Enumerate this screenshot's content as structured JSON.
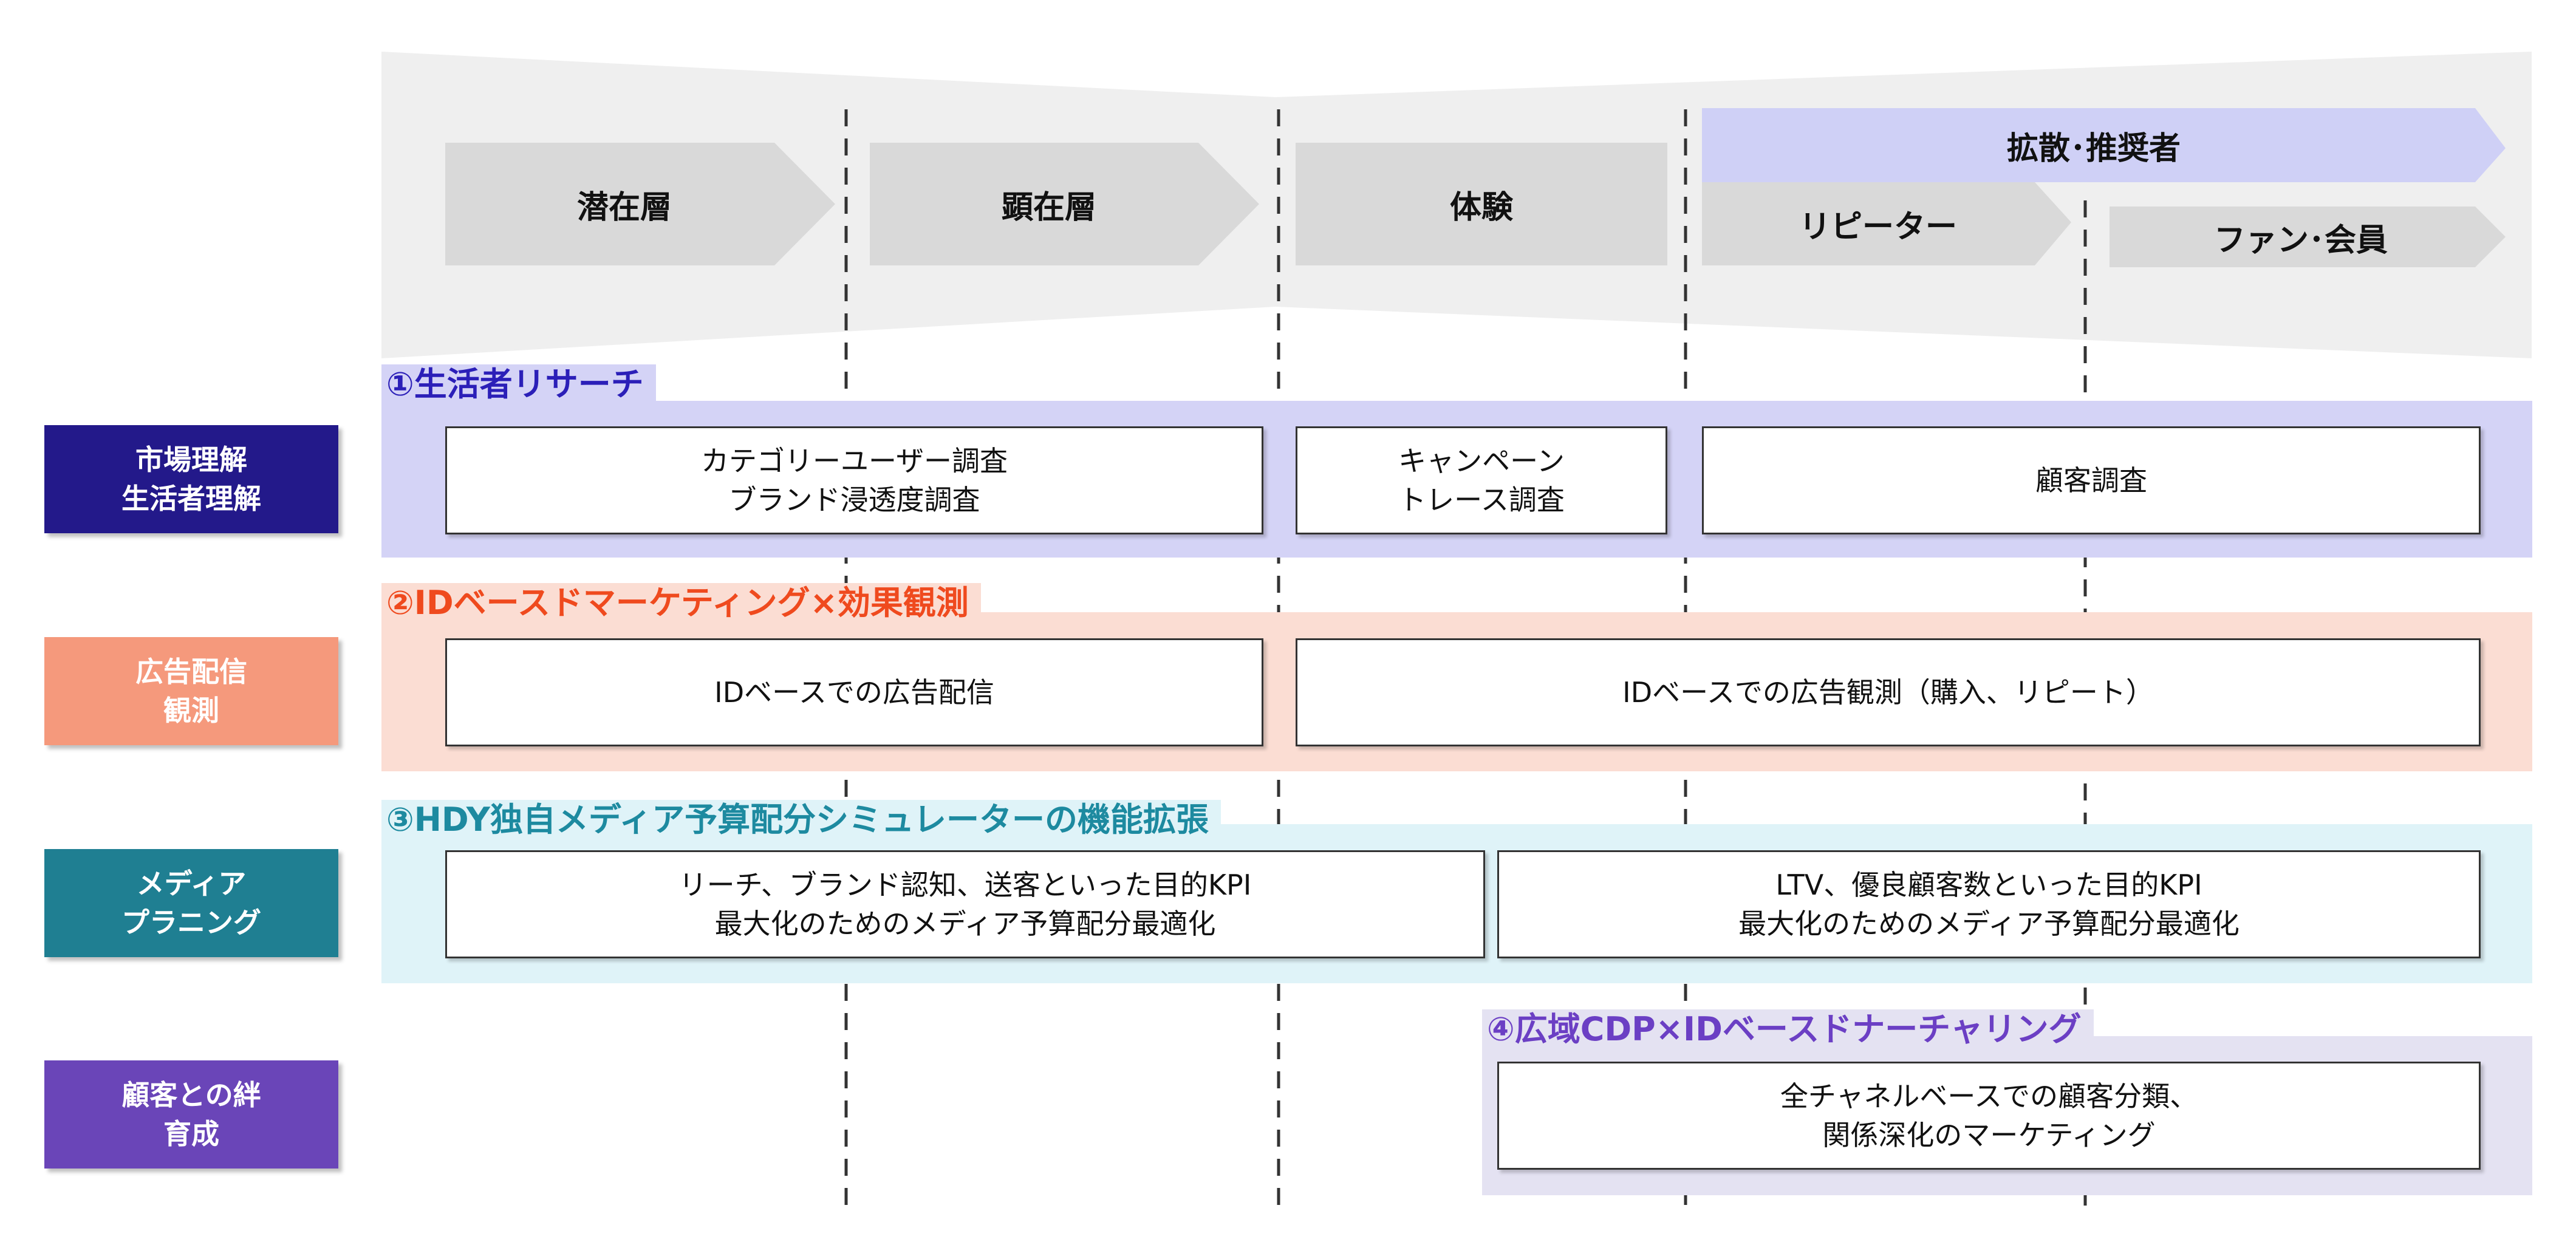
{
  "stages": {
    "latent": "潜在層",
    "manifest": "顕在層",
    "experience": "体験",
    "diffusion": "拡散･推奨者",
    "repeater": "リピーター",
    "fan": "ファン･会員"
  },
  "categories": [
    {
      "line1": "市場理解",
      "line2": "生活者理解"
    },
    {
      "line1": "広告配信",
      "line2": "観測"
    },
    {
      "line1": "メディア",
      "line2": "プラニング"
    },
    {
      "line1": "顧客との絆",
      "line2": "育成"
    }
  ],
  "sections": [
    {
      "title": "①生活者リサーチ",
      "boxes": [
        {
          "line1": "カテゴリーユーザー調査",
          "line2": "ブランド浸透度調査"
        },
        {
          "line1": "キャンペーン",
          "line2": "トレース調査"
        },
        {
          "line1": "顧客調査",
          "line2": ""
        }
      ]
    },
    {
      "title": "②IDベースドマーケティング×効果観測",
      "boxes": [
        {
          "line1": "IDベースでの広告配信",
          "line2": ""
        },
        {
          "line1": "IDベースでの広告観測（購入、リピート）",
          "line2": ""
        }
      ]
    },
    {
      "title": "③HDY独自メディア予算配分シミュレーターの機能拡張",
      "boxes": [
        {
          "line1": "リーチ、ブランド認知、送客といった目的KPI",
          "line2": "最大化のためのメディア予算配分最適化"
        },
        {
          "line1": "LTV、優良顧客数といった目的KPI",
          "line2": "最大化のためのメディア予算配分最適化"
        }
      ]
    },
    {
      "title": "④広域CDP×IDベースドナーチャリング",
      "boxes": [
        {
          "line1": "全チャネルベースでの顧客分類、",
          "line2": "関係深化のマーケティング"
        }
      ]
    }
  ],
  "colors": {
    "cat1": "#23198a",
    "cat2": "#f5997c",
    "cat3": "#1f7f92",
    "cat4": "#6a45b8",
    "sec1_title": "#2b1fb8",
    "sec2_title": "#ef4a1e",
    "sec3_title": "#1d8aa0",
    "sec4_title": "#6b3fc4",
    "sec1_bg": "#d4d3f6",
    "sec2_bg": "#fbddd3",
    "sec3_bg": "#dff3f8",
    "sec4_bg": "#e4e2f2",
    "stage_bg": "#efefef",
    "stage_arrow": "#d9d9d9",
    "diffusion_arrow": "#cfd0f6"
  }
}
